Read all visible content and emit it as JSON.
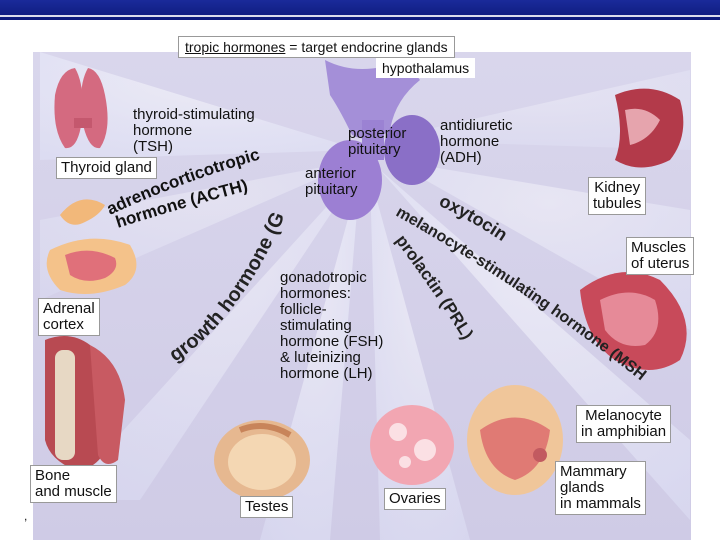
{
  "header": {
    "title_prefix": "tropic hormones",
    "title_suffix": " = target endocrine glands",
    "hypothalamus": "hypothalamus"
  },
  "pituitary": {
    "posterior": "posterior\npituitary",
    "anterior": "anterior\npituitary"
  },
  "hormones": {
    "tsh": "thyroid-stimulating\nhormone\n(TSH)",
    "acth_line1": "adrenocorticotropic",
    "acth_line2": "hormone (ACTH)",
    "gh": "growth hormone (GH)",
    "gonadotropic": "gonadotropic\nhormones:\nfollicle-\nstimulating\nhormone (FSH)\n& luteinizing\nhormone (LH)",
    "prolactin": "prolactin (PRL)",
    "msh": "melanocyte-stimulating hormone (MSH)",
    "oxytocin": "oxytocin",
    "adh": "antidiuretic\nhormone\n(ADH)"
  },
  "targets": {
    "thyroid": "Thyroid gland",
    "adrenal": "Adrenal\ncortex",
    "bone": "Bone\nand muscle",
    "testes": "Testes",
    "ovaries": "Ovaries",
    "kidney": "Kidney\ntubules",
    "uterus": "Muscles\nof uterus",
    "melanocyte": "Melanocyte\nin amphibian",
    "mammary": "Mammary\nglands\nin mammals"
  },
  "colors": {
    "header": "#1a2a9a",
    "ray": "#e8f0ff",
    "pituitary": "#8a6fc7",
    "tissue_pink": "#e08a9c",
    "tissue_red": "#b33a4a"
  },
  "footer_mark": ","
}
